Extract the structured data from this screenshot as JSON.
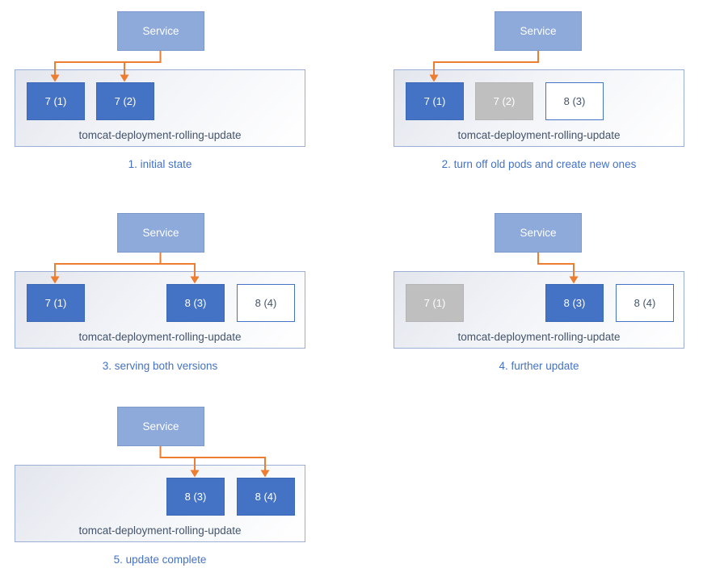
{
  "colors": {
    "service_fill": "#8EAADB",
    "pod_active_fill": "#4472C4",
    "pod_stopped_fill": "#BFBFBF",
    "pod_new_border": "#4472C4",
    "arrow": "#ED7D31",
    "caption_text": "#4472C4",
    "deployment_label_text": "#44546A",
    "deployment_border": "#9AAED6"
  },
  "panels": [
    {
      "caption": "1. initial state",
      "service_label": "Service",
      "deployment_label": "tomcat-deployment-rolling-update",
      "service_routes_to": [
        "7 (1)",
        "7 (2)"
      ],
      "pods": [
        {
          "label": "7 (1)",
          "state": "active"
        },
        {
          "label": "7 (2)",
          "state": "active"
        }
      ]
    },
    {
      "caption": "2. turn off old pods and create new ones",
      "service_label": "Service",
      "deployment_label": "tomcat-deployment-rolling-update",
      "service_routes_to": [
        "7 (1)"
      ],
      "pods": [
        {
          "label": "7 (1)",
          "state": "active"
        },
        {
          "label": "7 (2)",
          "state": "stopped"
        },
        {
          "label": "8 (3)",
          "state": "new"
        }
      ]
    },
    {
      "caption": "3. serving both versions",
      "service_label": "Service",
      "deployment_label": "tomcat-deployment-rolling-update",
      "service_routes_to": [
        "7 (1)",
        "8 (3)"
      ],
      "pods": [
        {
          "label": "7 (1)",
          "state": "active"
        },
        {
          "label": "8 (3)",
          "state": "active"
        },
        {
          "label": "8 (4)",
          "state": "new"
        }
      ]
    },
    {
      "caption": "4. further update",
      "service_label": "Service",
      "deployment_label": "tomcat-deployment-rolling-update",
      "service_routes_to": [
        "8 (3)"
      ],
      "pods": [
        {
          "label": "7 (1)",
          "state": "stopped"
        },
        {
          "label": "8 (3)",
          "state": "active"
        },
        {
          "label": "8 (4)",
          "state": "new"
        }
      ]
    },
    {
      "caption": "5. update complete",
      "service_label": "Service",
      "deployment_label": "tomcat-deployment-rolling-update",
      "service_routes_to": [
        "8 (3)",
        "8 (4)"
      ],
      "pods": [
        {
          "label": "8 (3)",
          "state": "active"
        },
        {
          "label": "8 (4)",
          "state": "active"
        }
      ]
    }
  ]
}
